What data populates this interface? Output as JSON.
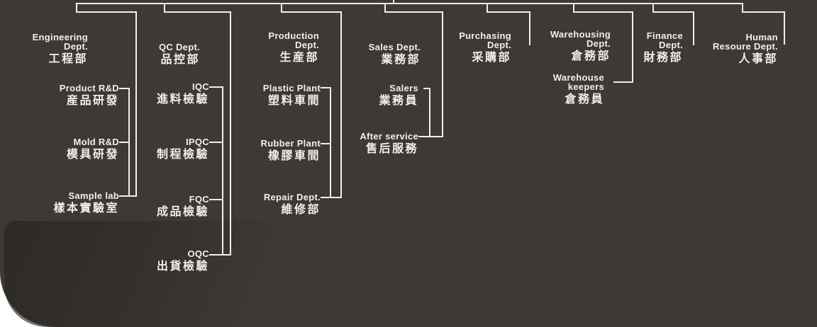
{
  "colors": {
    "panel_background": "#3d3935",
    "corner_shadow": "#292522",
    "line_color": "#f2efeb",
    "text_color": "#f2efeb",
    "page_background": "#ffffff"
  },
  "chart_data": {
    "type": "table",
    "title": "",
    "note": "organization chart, parent node cropped above top edge"
  },
  "departments": [
    {
      "en": "Engineering\nDept.",
      "zh": "工程部",
      "children": [
        {
          "en": "Product R&D",
          "zh": "産品研發"
        },
        {
          "en": "Mold R&D",
          "zh": "模具研發"
        },
        {
          "en": "Sample lab",
          "zh": "樣本實驗室"
        }
      ]
    },
    {
      "en": "QC Dept.",
      "zh": "品控部",
      "children": [
        {
          "en": "IQC",
          "zh": "進料檢驗"
        },
        {
          "en": "IPQC",
          "zh": "制程檢驗"
        },
        {
          "en": "FQC",
          "zh": "成品檢驗"
        },
        {
          "en": "OQC",
          "zh": "出貨檢驗"
        }
      ]
    },
    {
      "en": "Production\nDept.",
      "zh": "生産部",
      "children": [
        {
          "en": "Plastic Plant",
          "zh": "塑料車間"
        },
        {
          "en": "Rubber Plant",
          "zh": "橡膠車間"
        },
        {
          "en": "Repair Dept.",
          "zh": "維修部"
        }
      ]
    },
    {
      "en": "Sales Dept.",
      "zh": "業務部",
      "children": [
        {
          "en": "Salers",
          "zh": "業務員"
        },
        {
          "en": "After service",
          "zh": "售后服務"
        }
      ]
    },
    {
      "en": "Purchasing\nDept.",
      "zh": "采購部",
      "children": []
    },
    {
      "en": "Warehousing\nDept.",
      "zh": "倉務部",
      "children": [
        {
          "en": "Warehouse\nkeepers",
          "zh": "倉務員"
        }
      ]
    },
    {
      "en": "Finance\nDept.",
      "zh": "財務部",
      "children": []
    },
    {
      "en": "Human\nResoure Dept.",
      "zh": "人事部",
      "children": []
    }
  ]
}
